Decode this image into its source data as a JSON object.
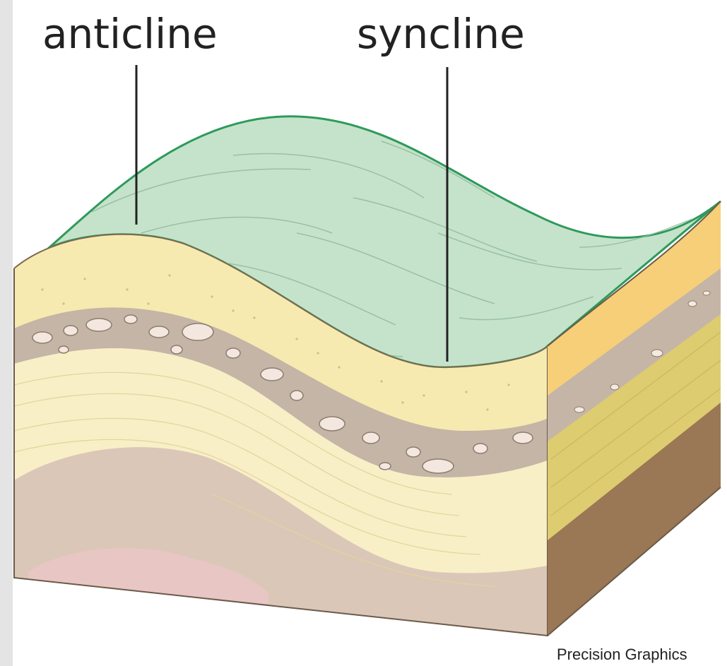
{
  "labels": {
    "anticline": "anticline",
    "syncline": "syncline"
  },
  "credit": "Precision Graphics",
  "colors": {
    "surface_green": "#c5e3cb",
    "surface_edge": "#2e9a5a",
    "sandstone": "#f7eab0",
    "conglomerate": "#c4b5a7",
    "shale_cream": "#f8efc7",
    "deep_layer": "#dbc7b8",
    "pink_core": "#e8c6c4",
    "side_orange": "#f6cf78",
    "side_yellow": "#ddcc70",
    "side_brown": "#9a7755"
  }
}
